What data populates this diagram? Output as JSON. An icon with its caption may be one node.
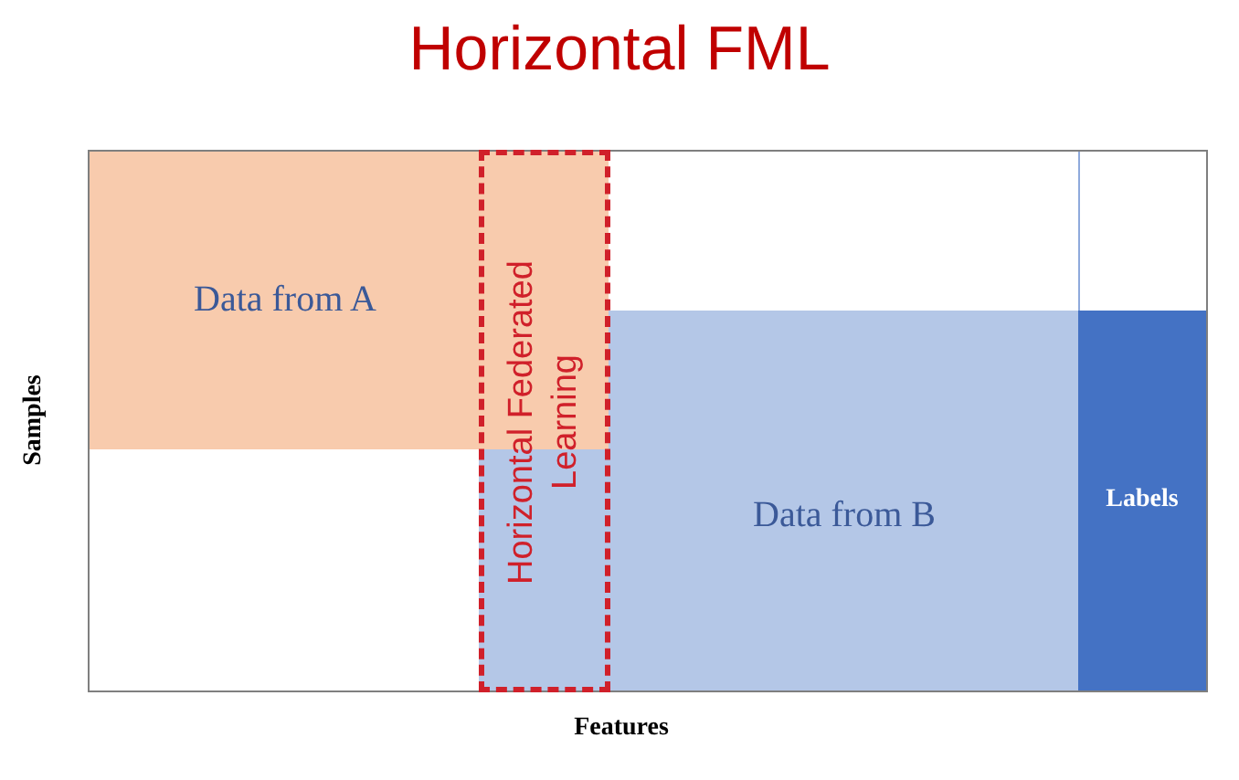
{
  "diagram": {
    "title": "Horizontal FML",
    "nodes": [
      {
        "text": [
          "Data from A"
        ]
      },
      {
        "text": [
          "Horizontal Federated Learning"
        ]
      },
      {
        "text": [
          "Data from B"
        ]
      },
      {
        "text": [
          "Labels"
        ]
      }
    ],
    "labels": [
      "Samples",
      "Features"
    ]
  }
}
